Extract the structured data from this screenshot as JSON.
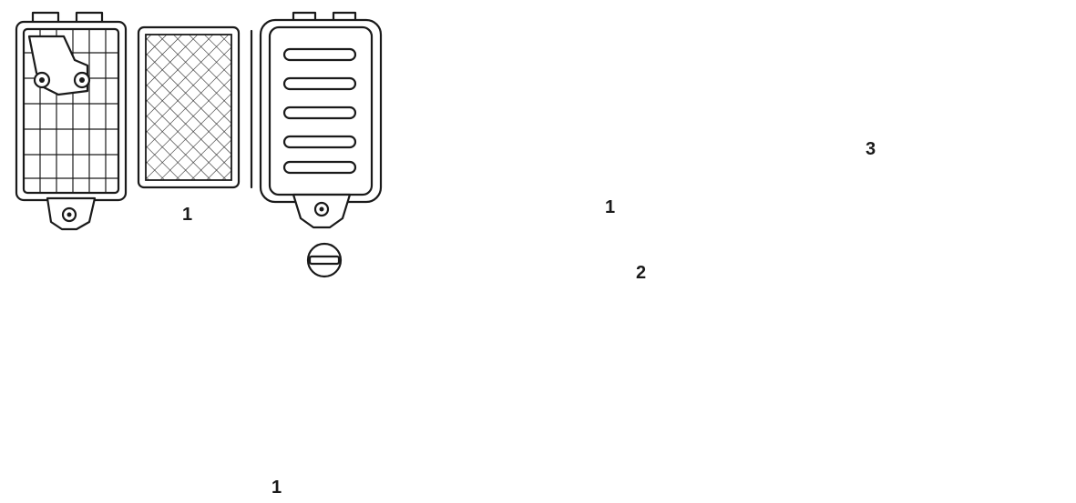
{
  "figure": {
    "callouts": {
      "top_filter": "1",
      "bottom_filter": "1",
      "pleated_element": "1",
      "foam_precleaner": "2",
      "foam_element": "3"
    }
  }
}
